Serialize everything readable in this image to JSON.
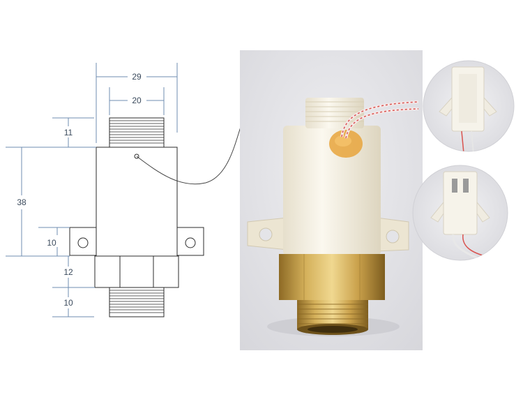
{
  "dimensions": {
    "overall_width": "29",
    "thread_width": "20",
    "top_thread_height": "11",
    "body_height": "38",
    "flange_height": "10",
    "hex_height": "12",
    "bottom_thread_height": "10"
  },
  "colors": {
    "dimension_line": "#6f8db0",
    "drawing_outline": "#2b2b2b",
    "photo_background": "#e4e4e8",
    "plastic_body": "#f4efe1",
    "brass": "#c7a24f",
    "glue": "#e8a53c",
    "wire_red": "#d9534f"
  }
}
